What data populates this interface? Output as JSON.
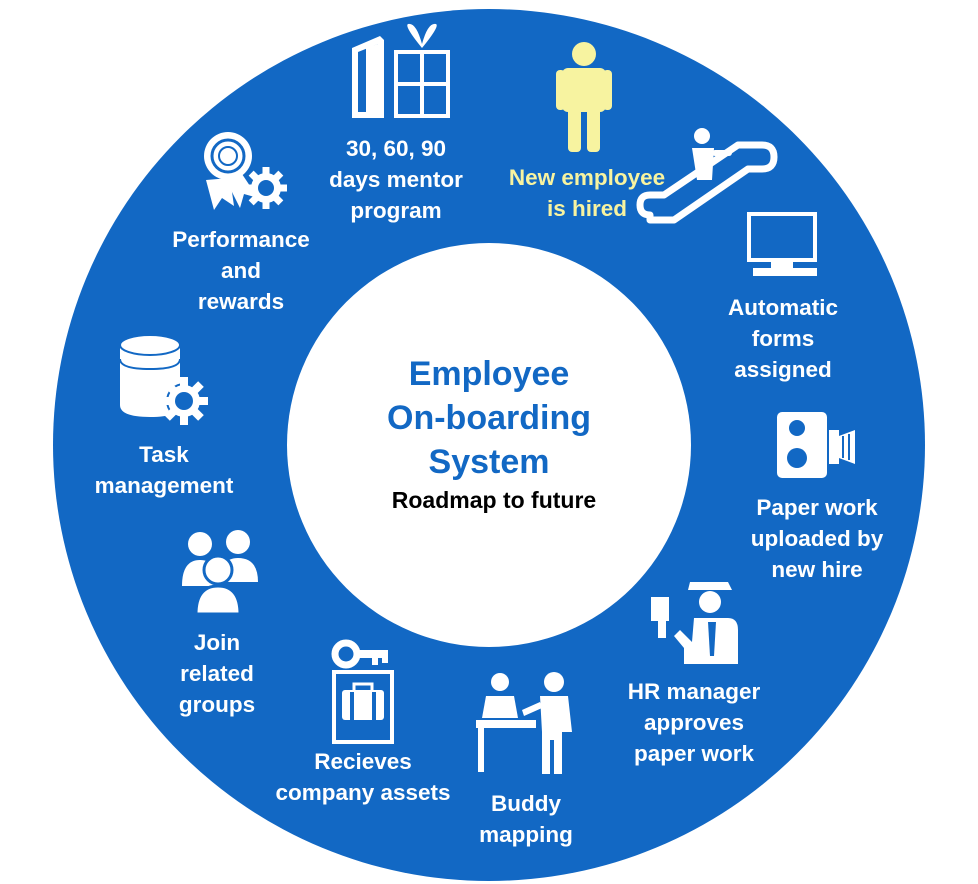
{
  "colors": {
    "ring": "#1268c4",
    "center": "#ffffff",
    "title": "#1268c4",
    "subtitle": "#000000",
    "label": "#ffffff",
    "highlight": "#f7f3a0"
  },
  "center": {
    "title": "Employee\nOn-boarding\nSystem",
    "subtitle": "Roadmap to future"
  },
  "steps": [
    {
      "id": "new-employee-hired",
      "label": "New employee\nis hired",
      "icon": "person-escalator-icon",
      "highlight": true
    },
    {
      "id": "automatic-forms",
      "label": "Automatic\nforms\nassigned",
      "icon": "computer-monitor-icon"
    },
    {
      "id": "paper-work-uploaded",
      "label": "Paper work\nuploaded by\nnew hire",
      "icon": "camera-icon"
    },
    {
      "id": "hr-approves",
      "label": "HR manager\napproves\npaper work",
      "icon": "inspector-icon"
    },
    {
      "id": "buddy-mapping",
      "label": "Buddy\nmapping",
      "icon": "reception-desk-icon"
    },
    {
      "id": "company-assets",
      "label": "Recieves\ncompany assets",
      "icon": "key-locker-icon"
    },
    {
      "id": "join-groups",
      "label": "Join\nrelated\ngroups",
      "icon": "people-group-icon"
    },
    {
      "id": "task-management",
      "label": "Task\nmanagement",
      "icon": "database-gear-icon"
    },
    {
      "id": "performance-rewards",
      "label": "Performance\nand\nrewards",
      "icon": "award-gear-icon"
    },
    {
      "id": "mentor-program",
      "label": "30, 60, 90\ndays mentor\nprogram",
      "icon": "book-gift-icon"
    }
  ]
}
